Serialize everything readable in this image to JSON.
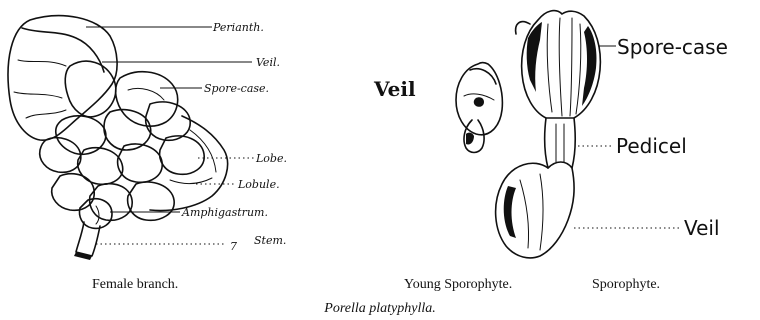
{
  "figure": {
    "title": "Porella platyphylla.",
    "captions": {
      "female_branch": "Female branch.",
      "young_sporophyte": "Young Sporophyte.",
      "sporophyte": "Sporophyte."
    },
    "female_branch_labels": {
      "perianth": "Perianth.",
      "veil": "Veil.",
      "spore_case": "Spore-case.",
      "lobe": "Lobe.",
      "lobule": "Lobule.",
      "amphigastrum": "Amphigastrum.",
      "stem": "Stem."
    },
    "figure_number": "7",
    "young_sporophyte_labels": {
      "veil": "Veil"
    },
    "sporophyte_labels": {
      "spore_case": "Spore-case",
      "pedicel": "Pedicel",
      "veil": "Veil"
    }
  }
}
